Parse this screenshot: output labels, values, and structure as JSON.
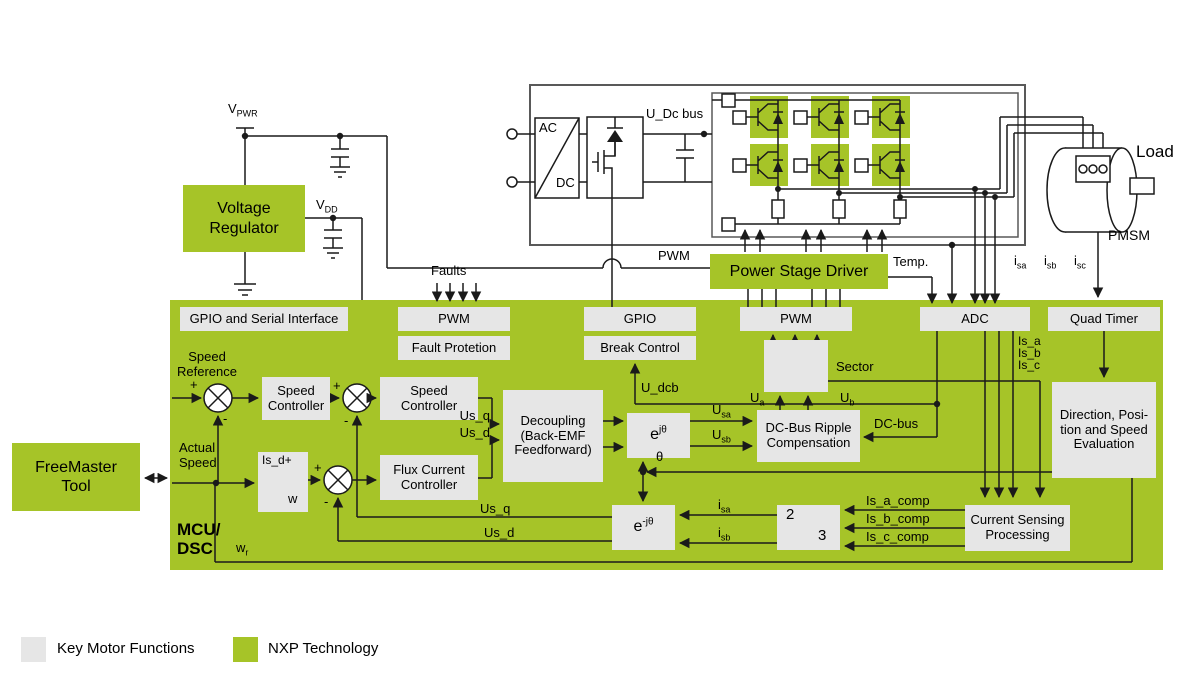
{
  "colors": {
    "green": "#a6c428",
    "grey": "#e6e6e6",
    "wire": "#1a1a1a"
  },
  "legend": {
    "key_motor": "Key Motor Functions",
    "nxp_tech": "NXP Technology"
  },
  "blocks": {
    "voltage_regulator": "Voltage\nRegulator",
    "freemaster": "FreeMaster\nTool",
    "power_stage_driver": "Power Stage Driver",
    "gpio_serial": "GPIO and Serial Interface",
    "pwm": "PWM",
    "fault_protection": "Fault Protetion",
    "gpio": "GPIO",
    "break_control": "Break Control",
    "adc": "ADC",
    "quad_timer": "Quad Timer",
    "speed_controller": "Speed\nController",
    "flux_current_controller": "Flux Current\nController",
    "decoupling": "Decoupling\n(Back-EMF\nFeedforward)",
    "dc_bus_ripple": "DC-Bus Ripple\nCompensation",
    "direction_position": "Direction, Posi-\ntion and Speed\nEvaluation",
    "current_sensing": "Current Sensing\nProcessing",
    "mcu_dsc": "MCU/\nDSC",
    "ac": "AC",
    "dc": "DC",
    "two": "2",
    "three": "3"
  },
  "labels": {
    "speed_reference": "Speed\nReference",
    "actual_speed": "Actual\nSpeed",
    "faults": "Faults",
    "pwm_signal": "PWM",
    "temp": "Temp.",
    "u_dc_bus": "U_Dc bus",
    "u_dcb": "U_dcb",
    "sector": "Sector",
    "dc_bus": "DC-bus",
    "load": "Load",
    "pmsm": "PMSM",
    "us_q": "Us_q",
    "us_d": "Us_d",
    "is_a": "Is_a",
    "is_b": "Is_b",
    "is_c": "Is_c",
    "is_a_comp": "Is_a_comp",
    "is_b_comp": "Is_b_comp",
    "is_c_comp": "Is_c_comp",
    "theta": "θ",
    "is_d_plus": "Is_d+",
    "w": "w",
    "plus": "+",
    "minus": "-"
  },
  "subscripted": {
    "vpwr": {
      "b": "V",
      "s": "PWR"
    },
    "vdd": {
      "b": "V",
      "s": "DD"
    },
    "u_sa": {
      "b": "U",
      "s": "sa"
    },
    "u_sb": {
      "b": "U",
      "s": "sb"
    },
    "u_a": {
      "b": "U",
      "s": "a"
    },
    "u_b": {
      "b": "U",
      "s": "b"
    },
    "i_sa": {
      "b": "i",
      "s": "sa"
    },
    "i_sb": {
      "b": "i",
      "s": "sb"
    },
    "i_sc": {
      "b": "i",
      "s": "sc"
    },
    "w_r": {
      "b": "w",
      "s": "r"
    },
    "e_jtheta": {
      "b": "e",
      "s": "jθ"
    },
    "e_neg_jtheta": {
      "b": "e",
      "s": "-jθ"
    }
  }
}
